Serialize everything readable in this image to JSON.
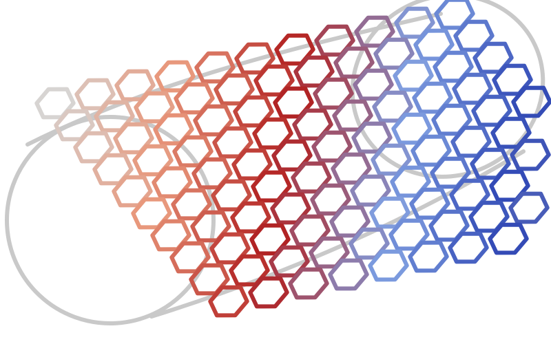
{
  "scene": {
    "subject": "carbon-nanotube",
    "colors": {
      "background": "#ffffff",
      "hot_red": "#b22222",
      "warm_salmon": "#e8967a",
      "neutral_gray": "#d7d4d2",
      "cool_blue": "#7f9ee0",
      "deep_blue": "#3048b5",
      "edge_gray": "#c9c9c9"
    },
    "style": {
      "lattice": "hexagonal",
      "stroke": "tube-shaded"
    }
  }
}
